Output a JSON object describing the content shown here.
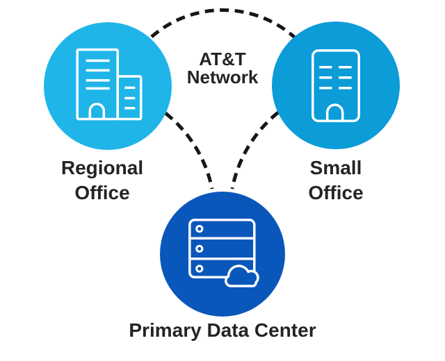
{
  "network_label": {
    "line1": "AT&T",
    "line2": "Network"
  },
  "nodes": {
    "regional_office": {
      "label_line1": "Regional",
      "label_line2": "Office",
      "circle_color": "#1FB5E9",
      "icon": "office-buildings-icon"
    },
    "small_office": {
      "label_line1": "Small",
      "label_line2": "Office",
      "circle_color": "#0C9CD8",
      "icon": "office-building-icon"
    },
    "primary_data_center": {
      "label": "Primary Data Center",
      "circle_color": "#0A57BB",
      "icon": "server-cloud-icon"
    }
  },
  "connections": {
    "style": "dashed",
    "color": "#161616",
    "links": [
      {
        "from": "regional_office",
        "to": "small_office"
      },
      {
        "from": "regional_office",
        "to": "primary_data_center"
      },
      {
        "from": "small_office",
        "to": "primary_data_center"
      }
    ]
  },
  "colors": {
    "background": "#FFFFFF",
    "icon_stroke": "#FFFFFF",
    "text": "#242424"
  }
}
